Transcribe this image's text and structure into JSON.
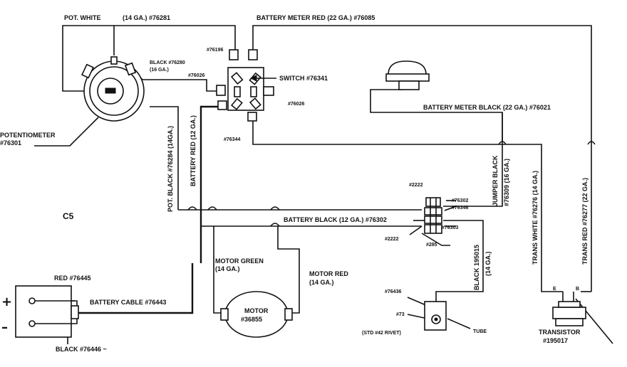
{
  "labels": {
    "pot_white": "POT. WHITE",
    "pot_white_gauge": "(14 GA.) #76281",
    "battery_meter_red": "BATTERY METER RED (22 GA.) #76085",
    "part_76196": "#76196",
    "black_76280": "BLACK #76280",
    "black_76280_gauge": "(16 GA.)",
    "part_76026_left": "#76026",
    "switch": "SWITCH #76341",
    "part_76026_right": "#76026",
    "battery_meter_black": "BATTERY METER BLACK (22 GA.) #76021",
    "potentiometer": "POTENTIOMETER",
    "potentiometer_num": "#76301",
    "part_76344": "#76344",
    "pot_black": "POT. BLACK #76284 (14GA.)",
    "battery_red": "BATTERY RED (12 GA.)",
    "jumper_black": "JUMPER BLACK",
    "jumper_black_num": "#76309 (16 GA.)",
    "trans_white": "TRANS WHITE #76276 (14 GA.)",
    "trans_red": "TRANS RED #76277 (22 GA.)",
    "part_2222_top": "#2222",
    "part_76302_a": "#76302",
    "part_76346": "#76346",
    "c5": "C5",
    "battery_black": "BATTERY BLACK (12 GA.) #76302",
    "part_2222_bottom": "#2222",
    "part_76303": "#76303",
    "part_285": "#285",
    "motor_green": "MOTOR GREEN",
    "motor_green_gauge": "(14 GA.)",
    "motor_red": "MOTOR RED",
    "motor_red_gauge": "(14 GA.)",
    "black_195015": "BLACK 195015",
    "black_195015_gauge": "(14 GA.)",
    "red_76445": "RED #76445",
    "battery_cable": "BATTERY CABLE #76443",
    "motor": "MOTOR",
    "motor_num": "#36855",
    "part_76436": "#76436",
    "part_73": "#73",
    "std_rivet": "(STD #42 RIVET)",
    "tube": "TUBE",
    "black_76446": "BLACK #76446 ~",
    "transistor": "TRANSISTOR",
    "transistor_num": "#195017",
    "terminal_e": "E",
    "terminal_b": "B",
    "plus": "+",
    "minus": "–"
  }
}
